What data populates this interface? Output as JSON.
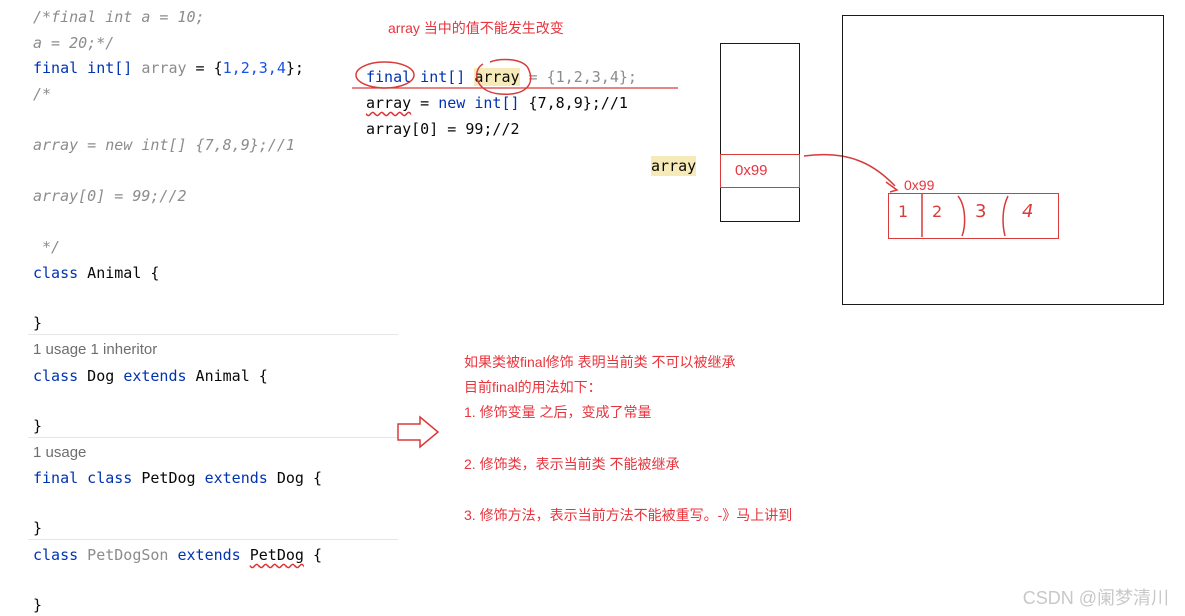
{
  "editor": {
    "lines": {
      "l1": "/*final int a = 10;",
      "l2": "a = 20;*/",
      "l3_kw": "final int[]",
      "l3_id": "array",
      "l3_rest": " = {",
      "l3_nums": "1,2,3,4",
      "l3_end": "};",
      "l4": "/*",
      "l5": "array = new int[] {7,8,9};//1",
      "l6": "array[0] = 99;//2",
      "l7": " */",
      "l8_kw": "class",
      "l8_name": " Animal {",
      "l9": "}",
      "l10_kw": "class",
      "l10_name": " Dog ",
      "l10_kw2": "extends",
      "l10_rest": " Animal {",
      "l11": "}",
      "l12_kw": "final class",
      "l12_name": " PetDog ",
      "l12_kw2": "extends",
      "l12_rest": " Dog {",
      "l13": "}",
      "l14_kw": "class",
      "l14_name": " PetDogSon ",
      "l14_kw2": "extends",
      "l14_sp": " ",
      "l14_err": "PetDog",
      "l14_rest": " {",
      "l15": "}"
    },
    "hints": {
      "h1": "1 usage   1 inheritor",
      "h2": "1 usage"
    }
  },
  "annotation": {
    "title": "array 当中的值不能发生改变",
    "code1_kw": "final",
    "code1_type": " int[] ",
    "code1_var": "array",
    "code1_rest": " = {1,2,3,4};",
    "code2_var": "array",
    "code2_mid": " = ",
    "code2_kw": "new",
    "code2_type": " int[]",
    "code2_rest": " {7,8,9};//1",
    "code3": "array[0] = 99;//2"
  },
  "memory": {
    "stack_label": "array",
    "stack_value": "0x99",
    "heap_addr": "0x99",
    "heap_cells": [
      "1",
      "2",
      "3",
      "4"
    ]
  },
  "notes": {
    "n1": "如果类被final修饰 表明当前类 不可以被继承",
    "n2": "目前final的用法如下：",
    "n3": "1. 修饰变量 之后，变成了常量",
    "n4": "2. 修饰类，表示当前类 不能被继承",
    "n5": "3. 修饰方法，表示当前方法不能被重写。-》马上讲到"
  },
  "watermark": "CSDN @阑梦清川",
  "colors": {
    "red": "#e8343d",
    "keyword": "#0033b3",
    "comment": "#8c8c8c"
  }
}
